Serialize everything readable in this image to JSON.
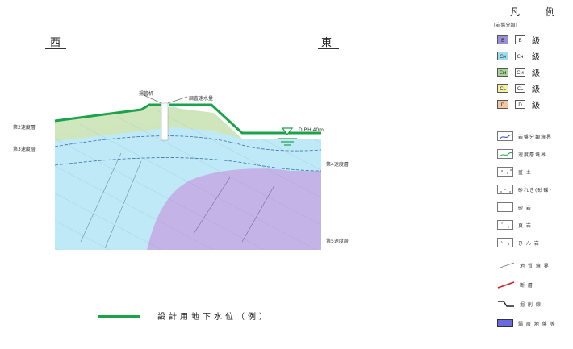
{
  "directions": {
    "west": "西",
    "east": "東"
  },
  "section_labels": {
    "pipe": "揚管机",
    "probe": "調査速水量",
    "layer2": "第2速度層",
    "layer3": "第3速度層",
    "layer4": "第4速度層",
    "layer5": "第5速度層",
    "water_level": "D.P.H 40m"
  },
  "legend": {
    "title": "凡 例",
    "subtitle": "[岩盤分類]",
    "classes": [
      {
        "code": "B",
        "box": "B",
        "word": "級",
        "color": "#9b8ed4"
      },
      {
        "code": "Cн",
        "box": "Cн",
        "word": "級",
        "color": "#9edcf0"
      },
      {
        "code": "Cм",
        "box": "Cм",
        "word": "級",
        "color": "#a8d49a"
      },
      {
        "code": "CL",
        "box": "CL",
        "word": "級",
        "color": "#f4f0a8"
      },
      {
        "code": "D",
        "box": "D",
        "word": "級",
        "color": "#f2c7a4"
      }
    ],
    "symbols": [
      {
        "icon": "rock-boundary-icon",
        "label": "岩盤分類境界"
      },
      {
        "icon": "velocity-boundary-icon",
        "label": "速度層境界"
      },
      {
        "icon": "soil-pattern-icon",
        "label": "盛 土"
      },
      {
        "icon": "gravel-pattern-icon",
        "label": "砂れき(砂礫)"
      },
      {
        "icon": "sandstone-pattern-icon",
        "label": "砂 岩"
      },
      {
        "icon": "shale-pattern-icon",
        "label": "頁 岩"
      },
      {
        "icon": "tuff-pattern-icon",
        "label": "ひ ん 岩"
      }
    ],
    "line_symbols": [
      {
        "icon": "geologic-boundary-icon",
        "label": "地 質 境 界"
      },
      {
        "icon": "fault-icon",
        "label": "断 層"
      },
      {
        "icon": "excavation-line-icon",
        "label": "掘 削 線"
      },
      {
        "icon": "weak-zone-icon",
        "label": "弱 層 地 盤 等"
      }
    ]
  },
  "caption": "設計用地下水位（例）",
  "colors": {
    "groundwater": "#1aa34a",
    "layer_b": "#c3b3e6",
    "layer_ch": "#bfe9f7",
    "layer_cm": "#cfe6bd",
    "fault": "#cc2222",
    "weak_zone": "#6a6ae0"
  }
}
